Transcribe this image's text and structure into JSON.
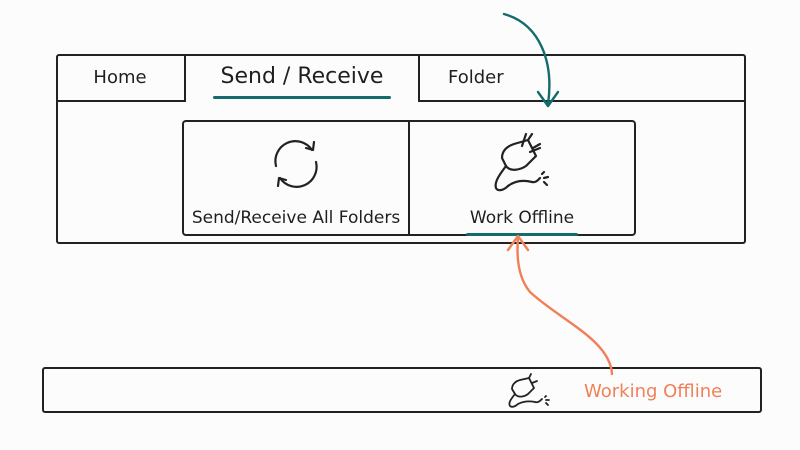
{
  "tabs": [
    {
      "label": "Home"
    },
    {
      "label": "Send / Receive"
    },
    {
      "label": "Folder"
    }
  ],
  "commands": [
    {
      "label": "Send/Receive All Folders",
      "icon": "sync-icon"
    },
    {
      "label": "Work Offline",
      "icon": "unplugged-icon"
    }
  ],
  "status": {
    "text": "Working Offline",
    "icon": "unplugged-icon"
  },
  "colors": {
    "teal": "#146b6e",
    "orange": "#f08058",
    "ink": "#222222"
  }
}
